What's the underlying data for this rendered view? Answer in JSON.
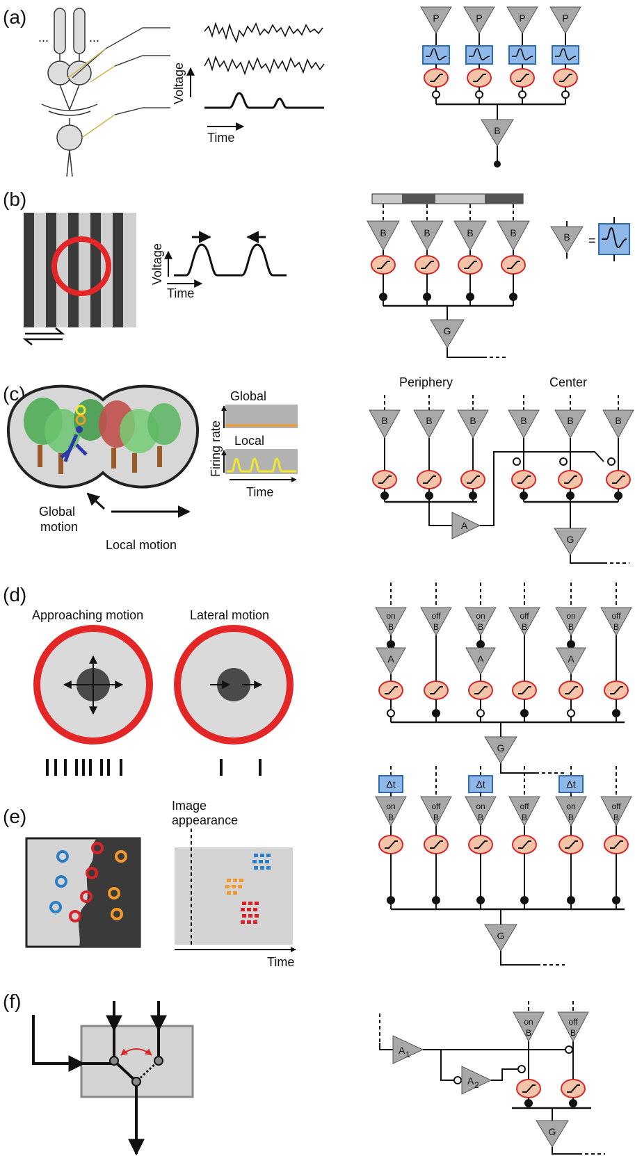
{
  "panels": [
    {
      "id": "a",
      "label": "(a)"
    },
    {
      "id": "b",
      "label": "(b)"
    },
    {
      "id": "c",
      "label": "(c)"
    },
    {
      "id": "d",
      "label": "(d)"
    },
    {
      "id": "e",
      "label": "(e)"
    },
    {
      "id": "f",
      "label": "(f)"
    }
  ],
  "panel_a": {
    "voltage_label": "Voltage",
    "time_label": "Time",
    "ellipsis": "...",
    "photoreceptor_label": "P",
    "bipolar_label": "B"
  },
  "panel_b": {
    "voltage_label": "Voltage",
    "time_label": "Time",
    "bipolar_label": "B",
    "ganglion_label": "G",
    "equals": "="
  },
  "panel_c": {
    "global_label": "Global",
    "local_label": "Local",
    "firing_rate_label": "Firing rate",
    "time_label": "Time",
    "global_motion_line1": "Global",
    "global_motion_line2": "motion",
    "local_motion_label": "Local motion",
    "periphery_label": "Periphery",
    "center_label": "Center",
    "bipolar_label": "B",
    "amacrine_label": "A",
    "ganglion_label": "G"
  },
  "panel_d": {
    "approaching_label": "Approaching motion",
    "lateral_label": "Lateral motion",
    "on_label": "on",
    "off_label": "off",
    "bipolar_label": "B",
    "amacrine_label": "A",
    "ganglion_label": "G"
  },
  "panel_e": {
    "image_appearance_line1": "Image",
    "image_appearance_line2": "appearance",
    "time_label": "Time",
    "delay_label": "Δt",
    "on_label": "on",
    "off_label": "off",
    "bipolar_label": "B",
    "ganglion_label": "G"
  },
  "panel_f": {
    "amacrine1_label": "A",
    "amacrine1_sub": "1",
    "amacrine2_label": "A",
    "amacrine2_sub": "2",
    "on_label": "on",
    "off_label": "off",
    "bipolar_label": "B",
    "ganglion_label": "G"
  },
  "colors": {
    "cell_gray": "#a8a8a8",
    "synapse_fill": "#f4c3a8",
    "synapse_stroke": "#d62828",
    "filter_box": "#8fb8e8",
    "filter_stroke": "#2a6db5",
    "red_ring": "#e32626",
    "orange": "#f39a2b",
    "yellow": "#f3e62c",
    "blue_dot": "#2a7fc8",
    "red_dot": "#d8232a"
  }
}
